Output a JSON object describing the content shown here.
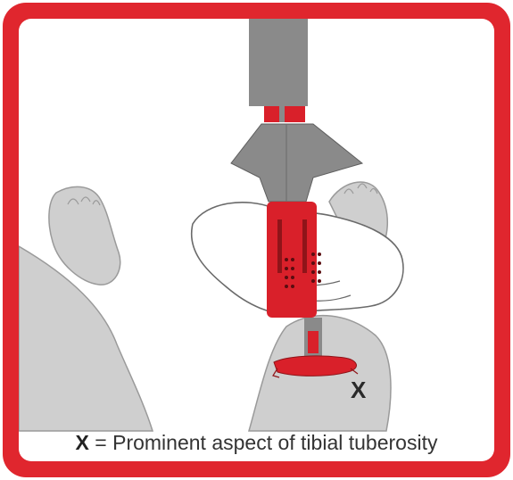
{
  "marker": "X",
  "caption": {
    "symbol": "X",
    "text": " = Prominent aspect of tibial tuberosity"
  },
  "colors": {
    "frame": "#e0262e",
    "device_red": "#d9202a",
    "device_grey": "#8a8a8a",
    "limb_grey": "#cfcfcf"
  }
}
